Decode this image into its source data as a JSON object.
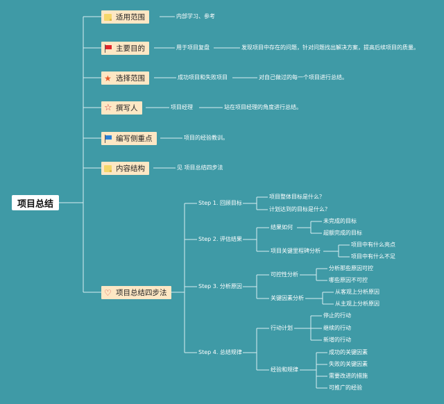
{
  "root": "项目总结",
  "colors": {
    "background": "#3f9aa6",
    "node_fill": "#fde7c4",
    "line": "#d8eef1"
  },
  "categories": [
    {
      "label": "适用范围",
      "icon": "sticky-note-icon",
      "details": [
        "内部学习、参考"
      ]
    },
    {
      "label": "主要目的",
      "icon": "red-flag-icon",
      "details": [
        "用于项目复盘",
        "发现项目中存在的问题，针对问题找出解决方案，提高后续项目的质量。"
      ]
    },
    {
      "label": "选择范围",
      "icon": "orange-star-icon",
      "details": [
        "成功项目和失败项目",
        "对自己做过的每一个项目进行总结。"
      ]
    },
    {
      "label": "撰写人",
      "icon": "outline-star-icon",
      "details": [
        "项目经理",
        "站在项目经理的角度进行总结。"
      ]
    },
    {
      "label": "编写侧重点",
      "icon": "blue-flag-icon",
      "details": [
        "项目的经验教训。"
      ]
    },
    {
      "label": "内容结构",
      "icon": "sticky-note-icon",
      "details": [
        "见 项目总结四步法"
      ]
    },
    {
      "label": "项目总结四步法",
      "icon": "heart-icon"
    }
  ],
  "steps": [
    {
      "label": "Step 1. 回顾目标",
      "items": [
        {
          "label": "项目整体目标是什么？"
        },
        {
          "label": "计划达到的目标是什么？"
        }
      ]
    },
    {
      "label": "Step 2. 评估结果",
      "items": [
        {
          "label": "结果如何",
          "children": [
            "未完成的目标",
            "超额完成的目标"
          ]
        },
        {
          "label": "项目关键里程碑分析",
          "children": [
            "项目中有什么亮点",
            "项目中有什么不足"
          ]
        }
      ]
    },
    {
      "label": "Step 3. 分析原因",
      "items": [
        {
          "label": "可控性分析",
          "children": [
            "分析那些原因可控",
            "哪些原因不可控"
          ]
        },
        {
          "label": "关键因素分析",
          "children": [
            "从客观上分析原因",
            "从主观上分析原因"
          ]
        }
      ]
    },
    {
      "label": "Step 4. 总结规律",
      "items": [
        {
          "label": "行动计划",
          "children": [
            "停止的行动",
            "继续的行动",
            "新增的行动"
          ]
        },
        {
          "label": "经验和规律",
          "children": [
            "成功的关键因素",
            "失败的关键因素",
            "需要改进的措施",
            "可推广的经验"
          ]
        }
      ]
    }
  ]
}
